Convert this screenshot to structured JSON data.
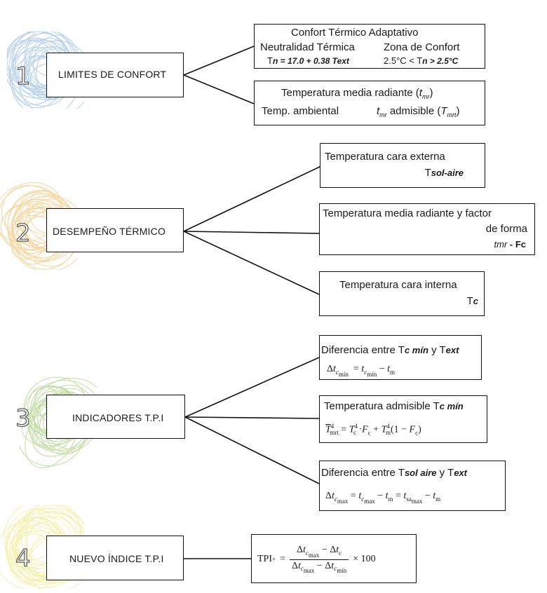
{
  "colors": {
    "scribble1": "#a8c8ee",
    "scribble2": "#f6cf8c",
    "scribble3": "#b8d894",
    "scribble4": "#f4ee9c"
  },
  "steps": [
    {
      "number": "1",
      "label": "LIMITES DE CONFORT"
    },
    {
      "number": "2",
      "label": "DESEMPEÑO TÉRMICO"
    },
    {
      "number": "3",
      "label": "INDICADORES  T.P.I"
    },
    {
      "number": "4",
      "label": "NUEVO ÍNDICE  T.P.I"
    }
  ],
  "step1": {
    "box1": {
      "title": "Confort Térmico Adaptativo",
      "col1": "Neutralidad Térmica",
      "col2": "Zona de Confort",
      "eq1_pre": "T",
      "eq1_italic": "n = 17.0 + 0.38 Text",
      "eq2_pre": "2.5°C < T",
      "eq2_italic": "n > 2.5°C"
    },
    "box2": {
      "line1": "Temperatura media radiante (",
      "line1_sym": "t",
      "line1_sub": "mr",
      "line1_end": ")",
      "left": "Temp. ambiental",
      "right_sym": "t",
      "right_sub": "mr",
      "right_text": " admisible (",
      "right_sym2": "T",
      "right_sub2": "mrt",
      "right_end": ")"
    }
  },
  "step2": {
    "box1": {
      "line1": "Temperatura cara externa",
      "line2_pre": "T",
      "line2_italic": "sol-aire"
    },
    "box2": {
      "line1": "Temperatura media radiante y factor",
      "line2": "de forma",
      "line3_italic": "tmr",
      "line3_rest": " - Fc"
    },
    "box3": {
      "line1": "Temperatura cara interna",
      "line2_pre": "T",
      "line2_italic": "c"
    }
  },
  "step3": {
    "box1": {
      "pre": "Diferencia entre T",
      "italic1": "c mín",
      "mid": " y T",
      "italic2": "ext",
      "formula": "Δt_cmín = t_cmín − t_m"
    },
    "box2": {
      "pre": "Temperatura admisible T",
      "italic1": "c mín",
      "formula": "T̄⁴_mrt = T⁴_c·F_c + T⁴_m(1 − F_c)"
    },
    "box3": {
      "pre": "Diferencia entre T",
      "italic1": "sol aire",
      "mid": " y T",
      "italic2": "ext",
      "formula": "Δt_cmax = t_cmax − t_m = t_samax − t_m"
    }
  },
  "step4": {
    "formula_lhs": "TPI",
    "formula_lhs_sup": "+",
    "formula_tail": "× 100"
  }
}
